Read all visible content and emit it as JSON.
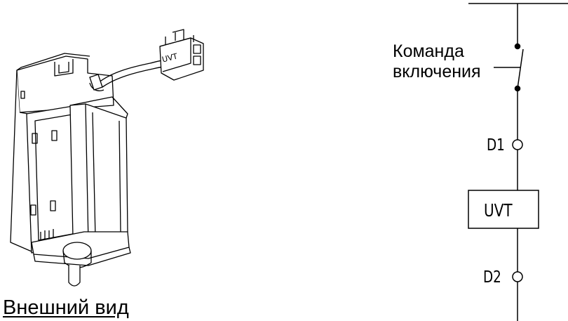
{
  "left": {
    "caption": "Внешний вид",
    "plug_label": "UVT"
  },
  "schematic": {
    "command_line1": "Команда",
    "command_line2": "включения",
    "terminal_d1": "D1",
    "terminal_d2": "D2",
    "device_label": "UVT"
  }
}
